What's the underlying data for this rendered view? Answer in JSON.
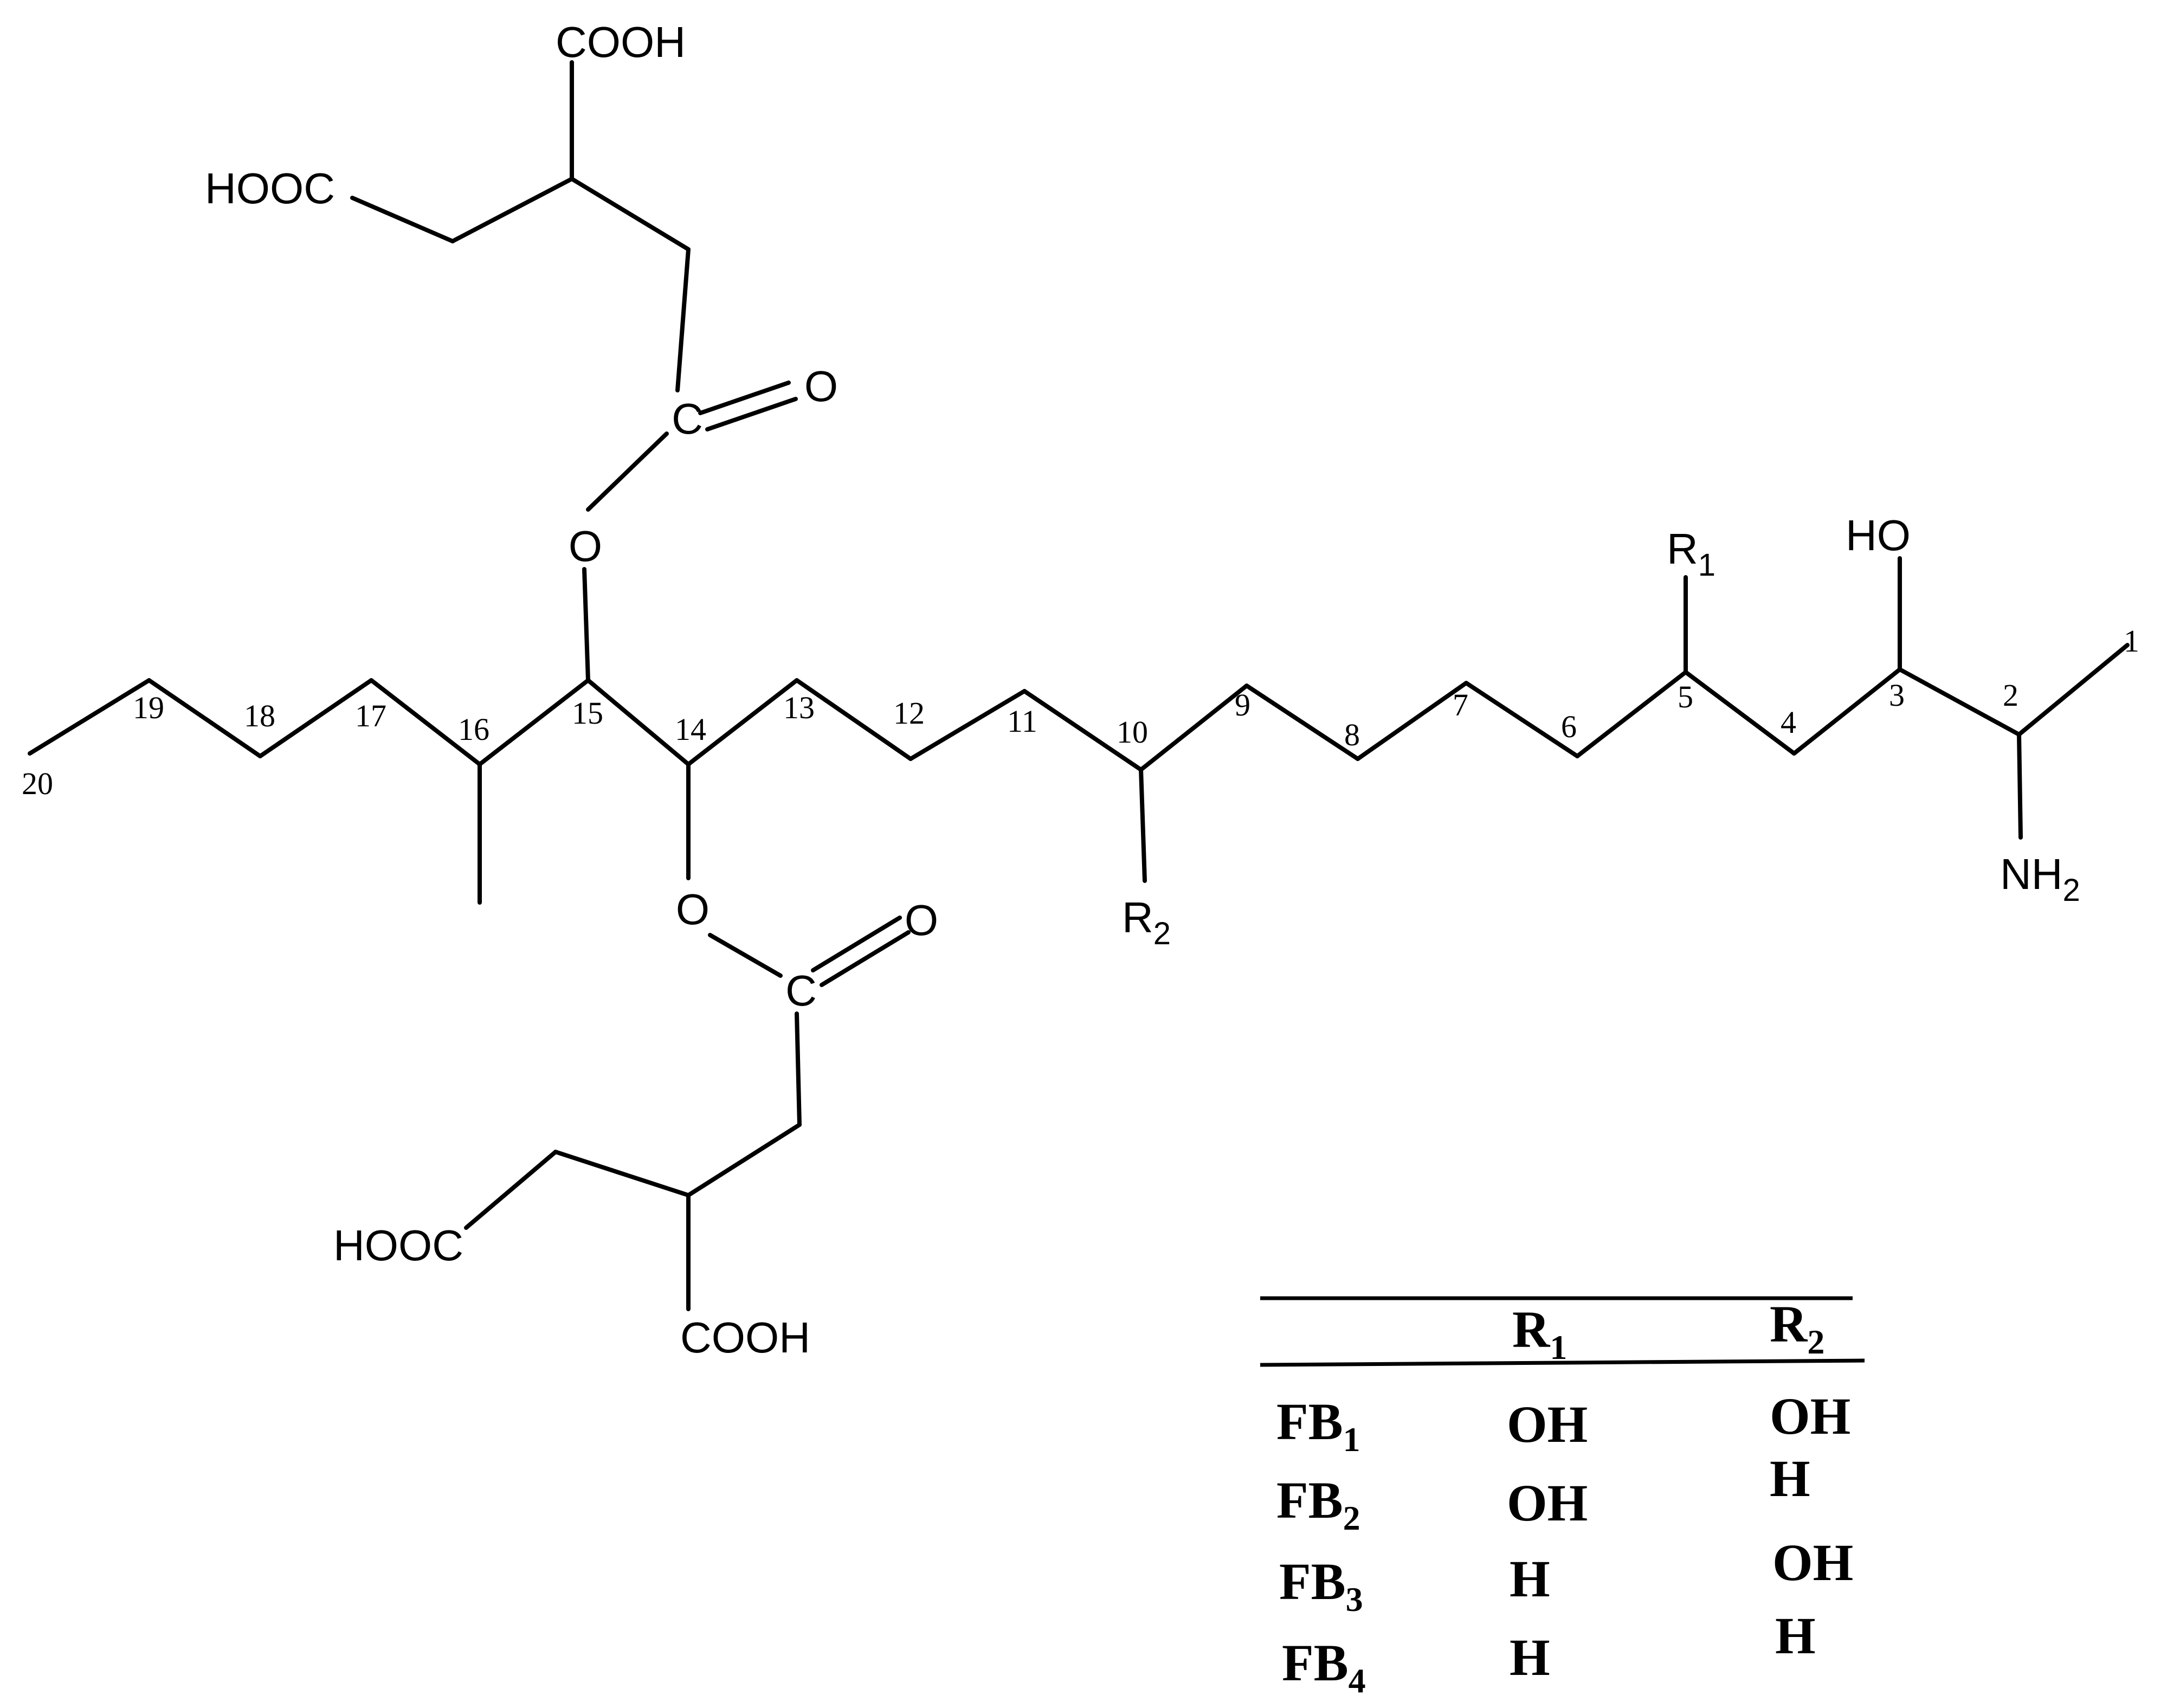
{
  "atoms": {
    "top_cooh": "COOH",
    "top_hooc": "HOOC",
    "top_carbonyl_c": "C",
    "top_carbonyl_o": "O",
    "top_ester_o": "O",
    "bottom_ester_o": "O",
    "bottom_carbonyl_c": "C",
    "bottom_carbonyl_o": "O",
    "bottom_hooc": "HOOC",
    "bottom_cooh": "COOH",
    "r1": "R",
    "r1_sub": "1",
    "r2": "R",
    "r2_sub": "2",
    "ho": "HO",
    "nh": "NH",
    "nh_sub": "2"
  },
  "carbon_numbers": [
    "1",
    "2",
    "3",
    "4",
    "5",
    "6",
    "7",
    "8",
    "9",
    "10",
    "11",
    "12",
    "13",
    "14",
    "15",
    "16",
    "17",
    "18",
    "19",
    "20"
  ],
  "table": {
    "headers": [
      {
        "main": "R",
        "sub": "1"
      },
      {
        "main": "R",
        "sub": "2"
      }
    ],
    "rows": [
      {
        "name": "FB",
        "sub": "1",
        "r1": "OH",
        "r2": "OH"
      },
      {
        "name": "FB",
        "sub": "2",
        "r1": "OH",
        "r2": "H"
      },
      {
        "name": "FB",
        "sub": "3",
        "r1": "H",
        "r2": "OH"
      },
      {
        "name": "FB",
        "sub": "4",
        "r1": "H",
        "r2": "H"
      }
    ]
  }
}
